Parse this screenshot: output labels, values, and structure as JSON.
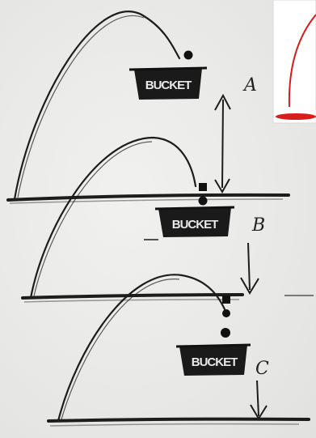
{
  "sketch": {
    "panels": [
      {
        "letter": "A",
        "bucket_label": "BUCKET"
      },
      {
        "letter": "B",
        "bucket_label": "BUCKET"
      },
      {
        "letter": "C",
        "bucket_label": "BUCKET"
      }
    ],
    "colors": {
      "ink": "#1d1d1d",
      "inset_curve": "#d91c1c",
      "paper": "#ebebea"
    },
    "icons": [
      "up-down-arrow-icon",
      "down-arrow-icon",
      "dot-marker-icon"
    ]
  }
}
